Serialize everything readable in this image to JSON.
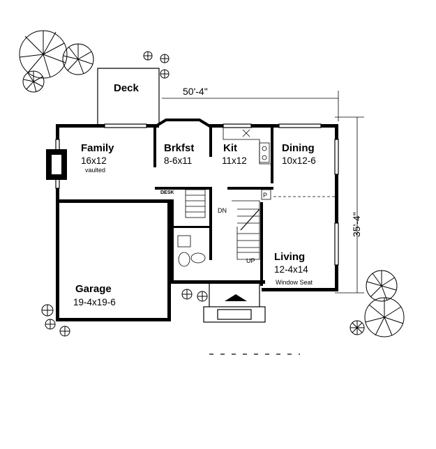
{
  "overall": {
    "width_label": "50'-4\"",
    "depth_label": "35'-4\""
  },
  "rooms": {
    "deck": {
      "name": "Deck"
    },
    "family": {
      "name": "Family",
      "size": "16x12",
      "note": "vaulted"
    },
    "breakfast": {
      "name": "Brkfst",
      "size": "8-6x11"
    },
    "kitchen": {
      "name": "Kit",
      "size": "11x12"
    },
    "dining": {
      "name": "Dining",
      "size": "10x12-6"
    },
    "living": {
      "name": "Living",
      "size": "12-4x14",
      "note": "Window Seat"
    },
    "garage": {
      "name": "Garage",
      "size": "19-4x19-6"
    }
  },
  "labels": {
    "desk": "DESK",
    "stair_down": "DN",
    "stair_up": "UP",
    "pantry": "P"
  }
}
